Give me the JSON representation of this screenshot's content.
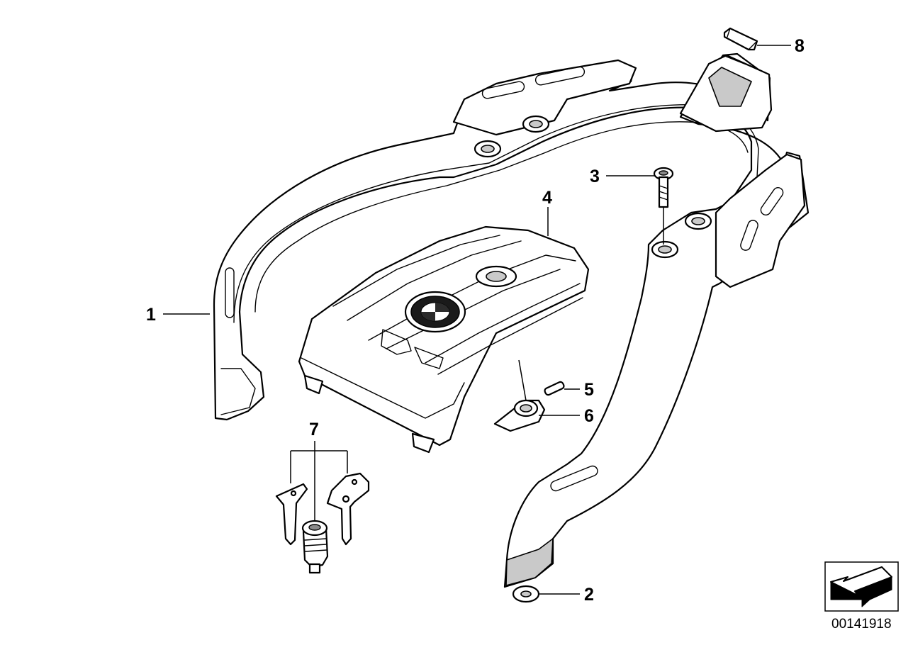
{
  "callouts": {
    "c1": "1",
    "c2": "2",
    "c3": "3",
    "c4": "4",
    "c5": "5",
    "c6": "6",
    "c7": "7",
    "c8": "8"
  },
  "document_number": "00141918",
  "colors": {
    "line": "#000000",
    "shade": "#c9c9c9",
    "background": "#ffffff"
  }
}
